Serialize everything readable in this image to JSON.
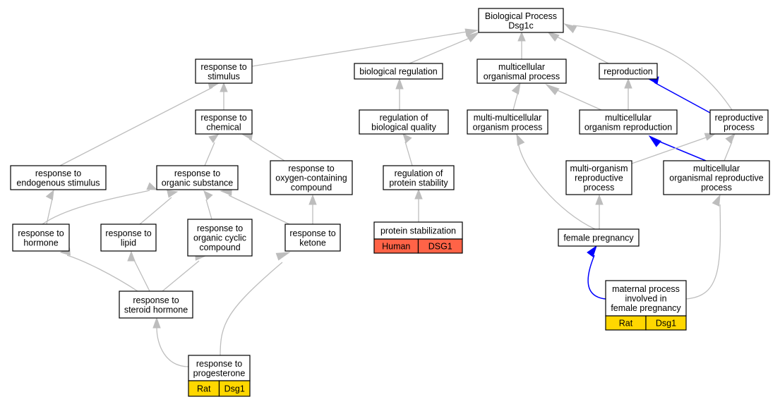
{
  "colors": {
    "edge": "#bdbdbd",
    "edge_highlight": "#0000ff",
    "human_cell": "#ff6347",
    "rat_cell": "#ffd700",
    "node_border": "#000000"
  },
  "nodes": {
    "root": [
      "Biological Process",
      "Dsg1c"
    ],
    "response_to_stimulus": [
      "response to",
      "stimulus"
    ],
    "biological_regulation": [
      "biological regulation"
    ],
    "multicellular_organismal_process": [
      "multicellular",
      "organismal process"
    ],
    "reproduction": [
      "reproduction"
    ],
    "response_to_chemical": [
      "response to",
      "chemical"
    ],
    "regulation_of_biological_quality": [
      "regulation of",
      "biological quality"
    ],
    "multi_multicellular_organism_process": [
      "multi-multicellular",
      "organism process"
    ],
    "multicellular_organism_reproduction": [
      "multicellular",
      "organism reproduction"
    ],
    "reproductive_process": [
      "reproductive",
      "process"
    ],
    "response_to_endogenous_stimulus": [
      "response to",
      "endogenous stimulus"
    ],
    "response_to_organic_substance": [
      "response to",
      "organic substance"
    ],
    "response_to_oxygen_containing_compound": [
      "response to",
      "oxygen-containing",
      "compound"
    ],
    "regulation_of_protein_stability": [
      "regulation of",
      "protein stability"
    ],
    "multi_organism_reproductive_process": [
      "multi-organism",
      "reproductive",
      "process"
    ],
    "multicellular_organismal_reproductive_process": [
      "multicellular",
      "organismal reproductive",
      "process"
    ],
    "response_to_hormone": [
      "response to",
      "hormone"
    ],
    "response_to_lipid": [
      "response to",
      "lipid"
    ],
    "response_to_organic_cyclic_compound": [
      "response to",
      "organic cyclic",
      "compound"
    ],
    "response_to_ketone": [
      "response to",
      "ketone"
    ],
    "protein_stabilization": [
      "protein stabilization"
    ],
    "female_pregnancy": [
      "female pregnancy"
    ],
    "response_to_steroid_hormone": [
      "response to",
      "steroid hormone"
    ],
    "maternal_process": [
      "maternal process",
      "involved in",
      "female pregnancy"
    ],
    "response_to_progesterone": [
      "response to",
      "progesterone"
    ]
  },
  "annotations": {
    "protein_stabilization": [
      "Human",
      "DSG1"
    ],
    "maternal_process": [
      "Rat",
      "Dsg1"
    ],
    "response_to_progesterone": [
      "Rat",
      "Dsg1"
    ]
  }
}
